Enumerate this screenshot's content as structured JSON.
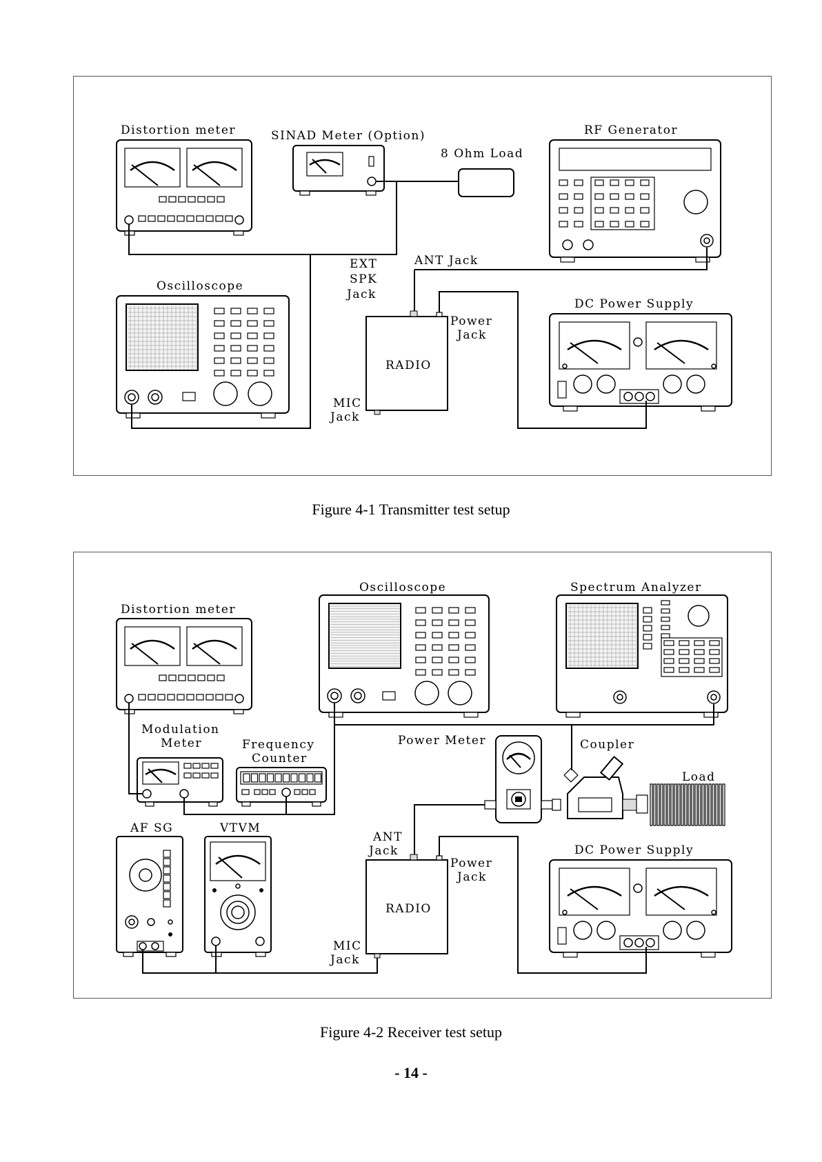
{
  "figure1": {
    "caption": "Figure 4-1 Transmitter test setup",
    "labels": {
      "distortion_meter": "Distortion meter",
      "sinad_meter": "SINAD Meter (Option)",
      "load": "8 Ohm Load",
      "rf_generator": "RF Generator",
      "oscilloscope": "Oscilloscope",
      "ext": "EXT",
      "spk": "SPK",
      "jack_ext": "Jack",
      "ant_jack": "ANT Jack",
      "power": "Power",
      "jack_power": "Jack",
      "dc_power_supply": "DC Power Supply",
      "radio": "RADIO",
      "mic": "MIC",
      "jack_mic": "Jack"
    }
  },
  "figure2": {
    "caption": "Figure 4-2 Receiver test setup",
    "labels": {
      "distortion_meter": "Distortion meter",
      "oscilloscope": "Oscilloscope",
      "spectrum_analyzer": "Spectrum Analyzer",
      "modulation": "Modulation",
      "meter": "Meter",
      "frequency": "Frequency",
      "counter": "Counter",
      "power_meter": "Power Meter",
      "coupler": "Coupler",
      "load": "Load",
      "af_sg": "AF SG",
      "vtvm": "VTVM",
      "ant": "ANT",
      "jack_ant": "Jack",
      "power": "Power",
      "jack_power": "Jack",
      "dc_power_supply": "DC Power Supply",
      "radio": "RADIO",
      "mic": "MIC",
      "jack_mic": "Jack"
    }
  },
  "page_number": "- 14 -"
}
